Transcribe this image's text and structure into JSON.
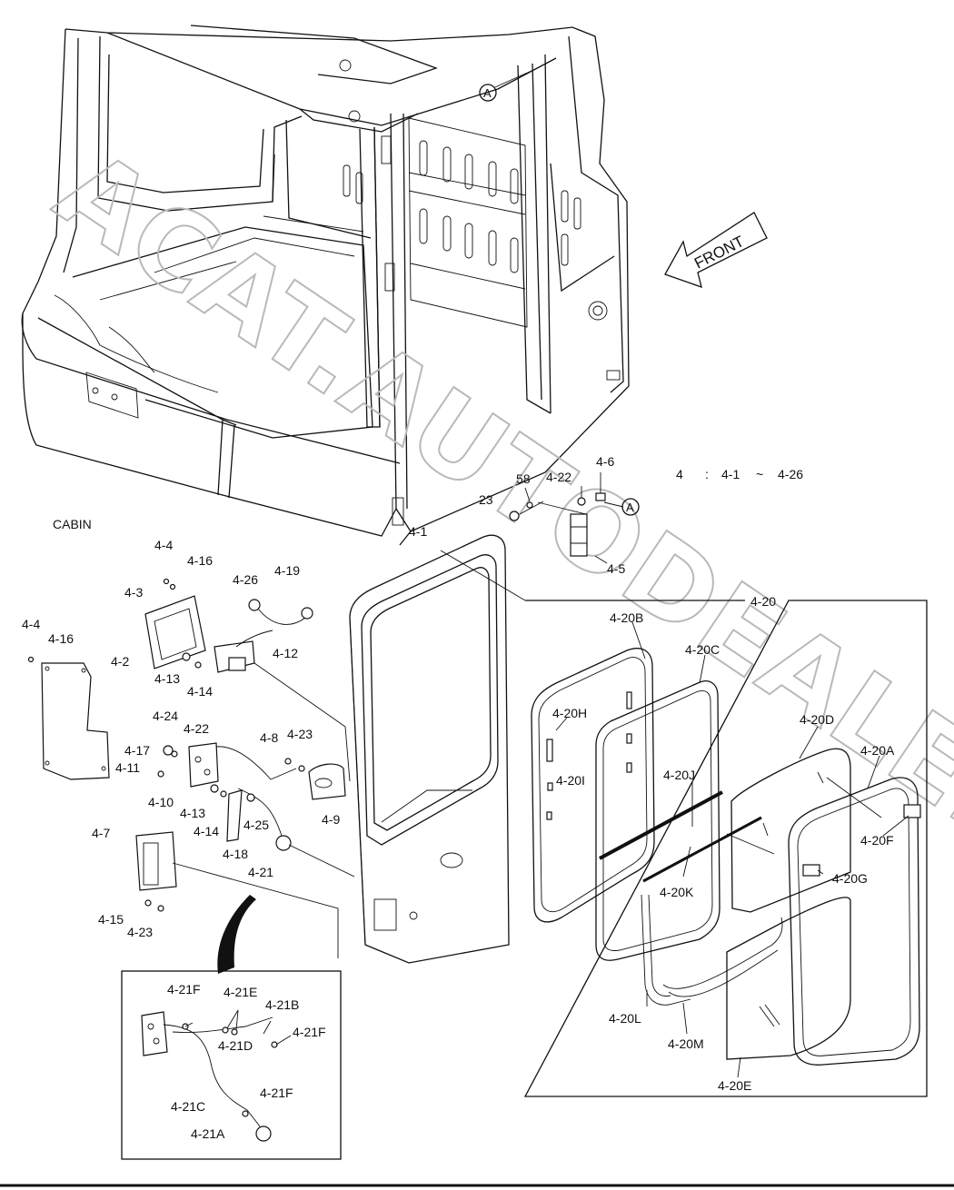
{
  "diagram": {
    "section_label": "CABIN",
    "direction_label": "FRONT",
    "range_note": {
      "group": "4",
      "colon": ":",
      "from": "4-1",
      "tilde": "~",
      "to": "4-26"
    },
    "reference_marker": "A",
    "watermark": "ACAT.AUTODEALER.RU",
    "callouts": [
      {
        "id": "c-23",
        "text": "23"
      },
      {
        "id": "c-58",
        "text": "58"
      },
      {
        "id": "c-4-22a",
        "text": "4-22"
      },
      {
        "id": "c-4-6",
        "text": "4-6"
      },
      {
        "id": "c-4-1",
        "text": "4-1"
      },
      {
        "id": "c-4-5",
        "text": "4-5"
      },
      {
        "id": "c-4-4a",
        "text": "4-4"
      },
      {
        "id": "c-4-16a",
        "text": "4-16"
      },
      {
        "id": "c-4-3",
        "text": "4-3"
      },
      {
        "id": "c-4-26",
        "text": "4-26"
      },
      {
        "id": "c-4-19",
        "text": "4-19"
      },
      {
        "id": "c-4-12",
        "text": "4-12"
      },
      {
        "id": "c-4-13a",
        "text": "4-13"
      },
      {
        "id": "c-4-14a",
        "text": "4-14"
      },
      {
        "id": "c-4-4b",
        "text": "4-4"
      },
      {
        "id": "c-4-16b",
        "text": "4-16"
      },
      {
        "id": "c-4-2",
        "text": "4-2"
      },
      {
        "id": "c-4-24",
        "text": "4-24"
      },
      {
        "id": "c-4-22b",
        "text": "4-22"
      },
      {
        "id": "c-4-17",
        "text": "4-17"
      },
      {
        "id": "c-4-11",
        "text": "4-11"
      },
      {
        "id": "c-4-8",
        "text": "4-8"
      },
      {
        "id": "c-4-23a",
        "text": "4-23"
      },
      {
        "id": "c-4-10",
        "text": "4-10"
      },
      {
        "id": "c-4-13b",
        "text": "4-13"
      },
      {
        "id": "c-4-14b",
        "text": "4-14"
      },
      {
        "id": "c-4-25",
        "text": "4-25"
      },
      {
        "id": "c-4-9",
        "text": "4-9"
      },
      {
        "id": "c-4-18",
        "text": "4-18"
      },
      {
        "id": "c-4-7",
        "text": "4-7"
      },
      {
        "id": "c-4-21",
        "text": "4-21"
      },
      {
        "id": "c-4-15",
        "text": "4-15"
      },
      {
        "id": "c-4-23b",
        "text": "4-23"
      },
      {
        "id": "c-4-20",
        "text": "4-20"
      },
      {
        "id": "c-4-20B",
        "text": "4-20B"
      },
      {
        "id": "c-4-20C",
        "text": "4-20C"
      },
      {
        "id": "c-4-20H",
        "text": "4-20H"
      },
      {
        "id": "c-4-20D",
        "text": "4-20D"
      },
      {
        "id": "c-4-20A",
        "text": "4-20A"
      },
      {
        "id": "c-4-20I",
        "text": "4-20I"
      },
      {
        "id": "c-4-20J",
        "text": "4-20J"
      },
      {
        "id": "c-4-20F",
        "text": "4-20F"
      },
      {
        "id": "c-4-20G",
        "text": "4-20G"
      },
      {
        "id": "c-4-20K",
        "text": "4-20K"
      },
      {
        "id": "c-4-20L",
        "text": "4-20L"
      },
      {
        "id": "c-4-20M",
        "text": "4-20M"
      },
      {
        "id": "c-4-20E",
        "text": "4-20E"
      },
      {
        "id": "c-4-21F-a",
        "text": "4-21F"
      },
      {
        "id": "c-4-21E",
        "text": "4-21E"
      },
      {
        "id": "c-4-21B",
        "text": "4-21B"
      },
      {
        "id": "c-4-21F-b",
        "text": "4-21F"
      },
      {
        "id": "c-4-21D",
        "text": "4-21D"
      },
      {
        "id": "c-4-21F-c",
        "text": "4-21F"
      },
      {
        "id": "c-4-21C",
        "text": "4-21C"
      },
      {
        "id": "c-4-21A",
        "text": "4-21A"
      }
    ]
  }
}
